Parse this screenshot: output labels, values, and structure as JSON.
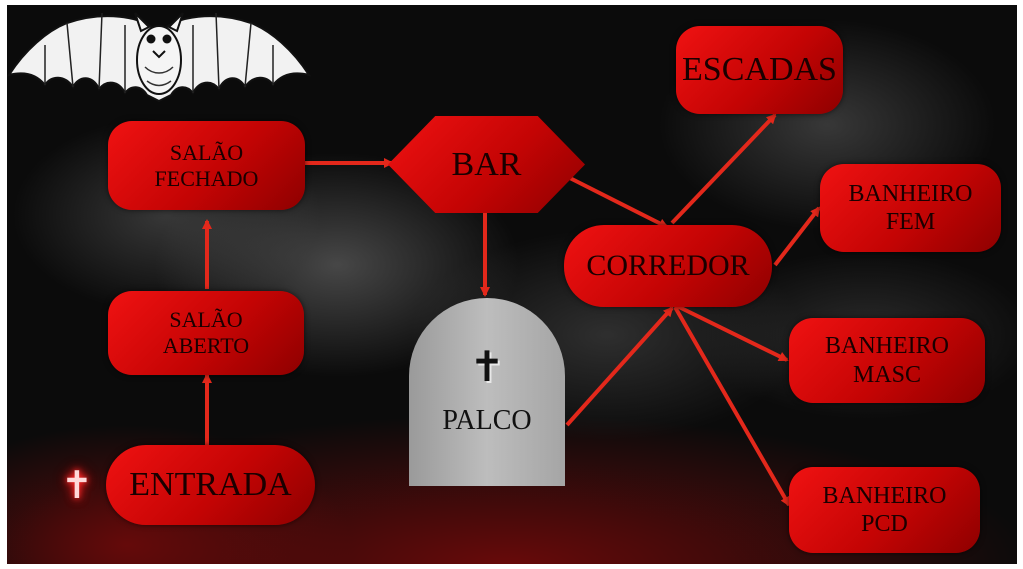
{
  "nodes": {
    "salao_fechado": "SALÃO\nFECHADO",
    "bar": "BAR",
    "escadas": "ESCADAS",
    "banheiro_fem": "BANHEIRO\nFEM",
    "corredor": "CORREDOR",
    "salao_aberto": "SALÃO\nABERTO",
    "palco": "PALCO",
    "banheiro_masc": "BANHEIRO\nMASC",
    "entrada": "ENTRADA",
    "banheiro_pcd": "BANHEIRO\nPCD"
  },
  "edges": [
    [
      "entrada",
      "salao_aberto"
    ],
    [
      "salao_aberto",
      "salao_fechado"
    ],
    [
      "salao_fechado",
      "bar"
    ],
    [
      "bar",
      "palco"
    ],
    [
      "bar",
      "corredor"
    ],
    [
      "palco",
      "corredor"
    ],
    [
      "corredor",
      "escadas"
    ],
    [
      "corredor",
      "banheiro_fem"
    ],
    [
      "corredor",
      "banheiro_masc"
    ],
    [
      "corredor",
      "banheiro_pcd"
    ]
  ],
  "icons": {
    "bat": "bat-icon",
    "entrada_cross": "cross-icon",
    "tomb_cross": "cross-icon"
  },
  "colors": {
    "node_red": "#d40808",
    "arrow": "#e3281b",
    "tomb_grey": "#b0b0b0",
    "background": "#0b0b0b"
  }
}
